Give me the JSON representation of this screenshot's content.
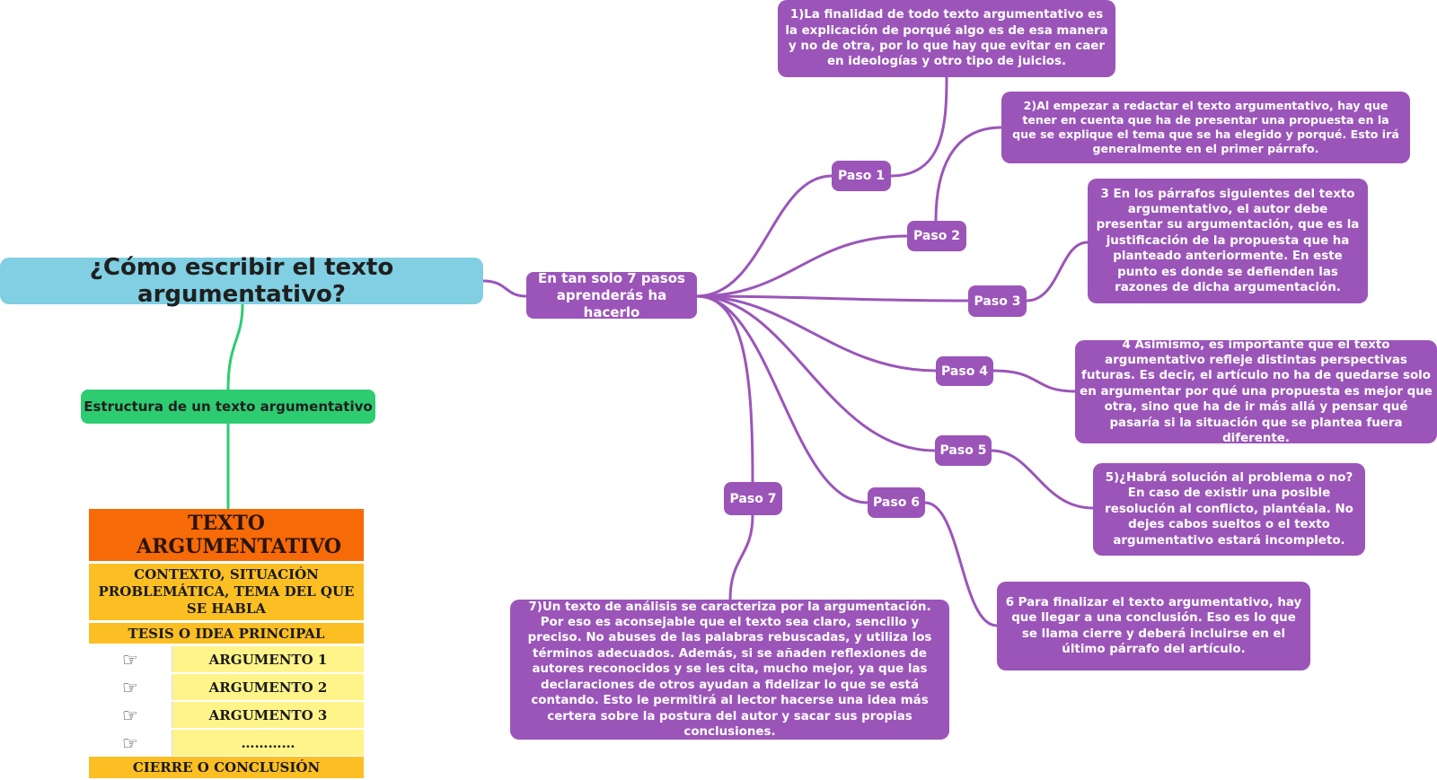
{
  "root": {
    "title": "¿Cómo escribir el texto argumentativo?"
  },
  "hub": {
    "text": "En tan solo 7 pasos aprenderás ha hacerlo"
  },
  "structure": {
    "label": "Estructura de un texto argumentativo"
  },
  "steps": [
    {
      "label": "Paso 1",
      "text": "1)La finalidad de todo texto argumentativo es la explicación de porqué algo es de esa manera y no de otra, por lo que hay que evitar en caer en ideologías y otro tipo de juicios."
    },
    {
      "label": "Paso 2",
      "text": "2)Al empezar a redactar el texto argumentativo, hay que tener en cuenta que ha de presentar una propuesta en la que se explique el tema que se ha elegido y porqué. Esto irá generalmente en el primer párrafo."
    },
    {
      "label": "Paso 3",
      "text": "3 En los párrafos siguientes del texto argumentativo, el autor debe presentar su argumentación, que es la justificación de la propuesta que ha planteado anteriormente. En este punto es donde se defienden las razones de dicha argumentación."
    },
    {
      "label": "Paso 4",
      "text": "4 Asimismo, es importante que el texto argumentativo refleje distintas perspectivas futuras. Es decir, el artículo no ha de quedarse solo en argumentar por qué una propuesta es mejor que otra, sino que ha de ir más allá y pensar qué pasaría si la situación que se plantea fuera diferente."
    },
    {
      "label": "Paso 5",
      "text": "5)¿Habrá solución al problema o no? En caso de existir una posible resolución al conflicto, plantéala. No dejes cabos sueltos o el texto argumentativo estará incompleto."
    },
    {
      "label": "Paso 6",
      "text": "6 Para finalizar el texto argumentativo, hay que llegar a una conclusión. Eso es lo que se llama cierre y deberá incluirse en el último párrafo del artículo."
    },
    {
      "label": "Paso 7",
      "text": "7)Un texto de análisis se caracteriza por la argumentación. Por eso es aconsejable que el texto sea claro, sencillo y preciso. No abuses de las palabras rebuscadas, y utiliza los términos adecuados. Además, si se añaden reflexiones de autores reconocidos y se les cita, mucho mejor, ya que las declaraciones de otros ayudan a fidelizar lo que se está contando. Esto le permitirá al lector hacerse una idea más certera sobre la postura del autor y sacar sus propias conclusiones."
    }
  ],
  "table": {
    "title": "TEXTO ARGUMENTATIVO",
    "context": "CONTEXTO, SITUACIÓN PROBLEMÁTICA, TEMA DEL QUE SE HABLA",
    "thesis": "TESIS O IDEA PRINCIPAL",
    "arguments": [
      "ARGUMENTO 1",
      "ARGUMENTO 2",
      "ARGUMENTO 3",
      "…………"
    ],
    "closing": "CIERRE O CONCLUSIÓN"
  },
  "colors": {
    "root": "#80cfe2",
    "steps": "#9b55b9",
    "structure": "#2ecc71",
    "purple_link": "#9b55b9",
    "green_link": "#2ecc71"
  }
}
